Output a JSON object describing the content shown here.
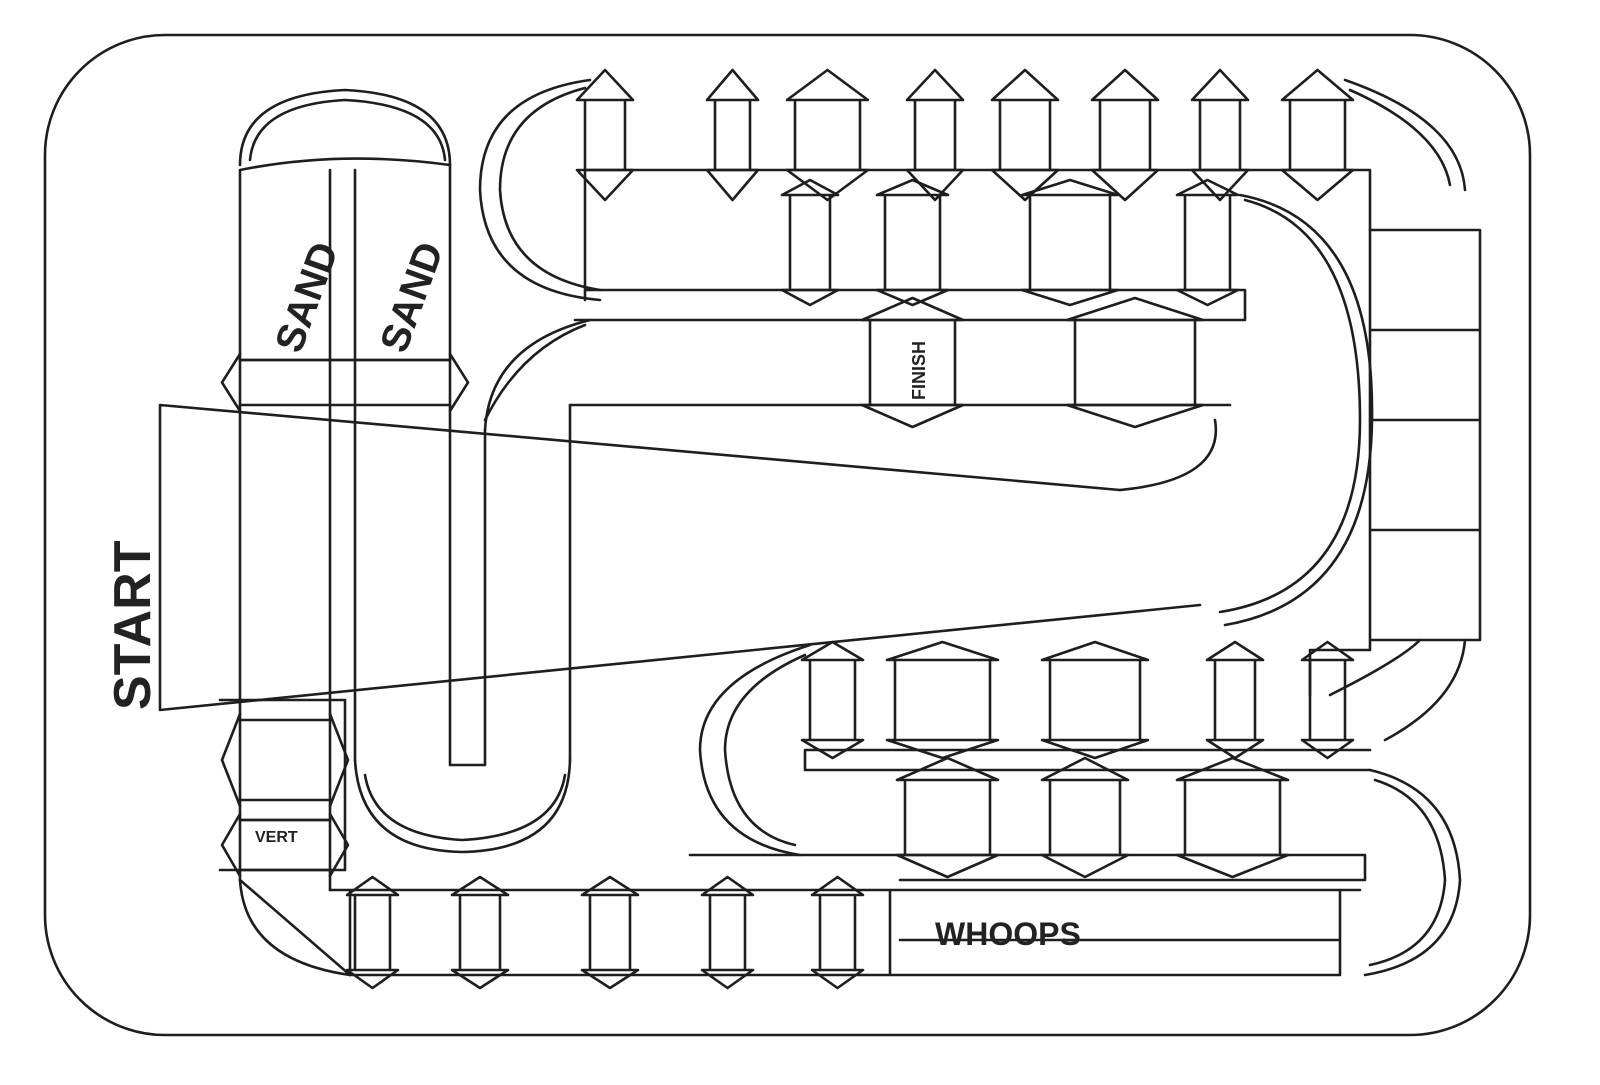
{
  "diagram": {
    "type": "hand-drawn motocross track layout",
    "line_color": "#1e1e1e",
    "background": "#ffffff",
    "labels": {
      "start": "START",
      "finish": "FINISH",
      "sand_1": "SAND",
      "sand_2": "SAND",
      "vert": "VERT",
      "whoops": "WHOOPS"
    }
  }
}
